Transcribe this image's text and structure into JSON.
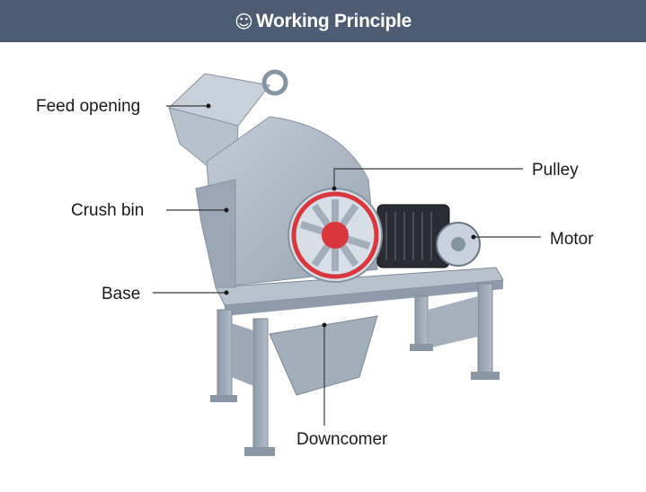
{
  "header": {
    "icon": "smiley-icon",
    "title": "Working Principle"
  },
  "labels": {
    "feed_opening": "Feed opening",
    "crush_bin": "Crush bin",
    "base": "Base",
    "pulley": "Pulley",
    "motor": "Motor",
    "downcomer": "Downcomer"
  },
  "colors": {
    "banner": "#4d5b73",
    "machine_body": "#a9b4c0",
    "pulley_accent": "#d9363e"
  }
}
